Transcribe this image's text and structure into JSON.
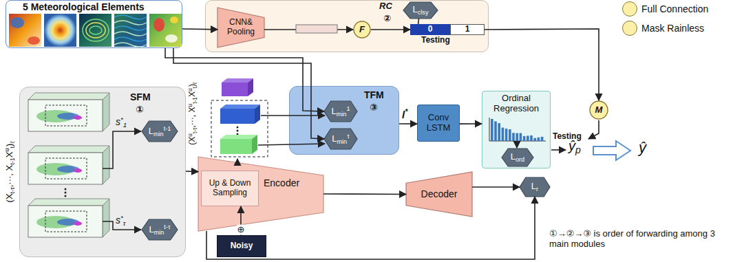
{
  "diagram": {
    "nodes": [
      {
        "text": [
          "5 Meteorological Elements"
        ]
      },
      {
        "text": [
          "RC",
          "②"
        ]
      },
      {
        "text": [
          "CNN& Pooling"
        ],
        "in": 1
      },
      {
        "text": [
          "F"
        ],
        "in": 1
      },
      {
        "text": [
          "Lclsy"
        ],
        "in": 1
      },
      {
        "text": [
          "0"
        ],
        "in": 1
      },
      {
        "text": [
          "1"
        ],
        "in": 1
      },
      {
        "text": [
          "M"
        ]
      },
      {
        "text": [
          "SFM",
          "①"
        ]
      },
      {
        "text": [
          "Lmint-1"
        ],
        "in": 8
      },
      {
        "text": [
          "Lmint-τ"
        ],
        "in": 8
      },
      {
        "text": [
          "TFM",
          "③"
        ]
      },
      {
        "text": [
          "Lmin1"
        ],
        "in": 11
      },
      {
        "text": [
          "Lminτ"
        ],
        "in": 11
      },
      {
        "text": [
          "Conv LSTM"
        ]
      },
      {
        "text": [
          "Ordinal Regression"
        ]
      },
      {
        "text": [
          "Lord"
        ],
        "in": 15
      },
      {
        "text": [
          "Encoder"
        ]
      },
      {
        "text": [
          "Up & Down Sampling"
        ],
        "in": 17
      },
      {
        "text": [
          "Noisy"
        ]
      },
      {
        "text": [
          "Decoder"
        ]
      },
      {
        "text": [
          "Lr"
        ]
      }
    ],
    "edges": [
      {
        "from": 0,
        "to": 2,
        "arrow": "to"
      },
      {
        "from": 0,
        "to": 12,
        "arrow": "to"
      },
      {
        "from": 0,
        "to": 13,
        "arrow": "to"
      },
      {
        "from": 2,
        "to": 3,
        "arrow": "to"
      },
      {
        "from": 3,
        "to": 5,
        "arrow": "to"
      },
      {
        "from": 5,
        "to": 4,
        "arrow": "none"
      },
      {
        "from": 6,
        "to": 7,
        "arrow": "to"
      },
      {
        "from": 8,
        "to": 17,
        "arrow": "to"
      },
      {
        "from": 11,
        "to": 14,
        "arrow": "to"
      },
      {
        "from": 14,
        "to": 15,
        "arrow": "to"
      },
      {
        "from": 17,
        "to": 20,
        "arrow": "to"
      },
      {
        "from": 20,
        "to": 21,
        "arrow": "to"
      },
      {
        "from": 19,
        "to": 18,
        "arrow": "to"
      },
      {
        "from": 17,
        "to": 21,
        "arrow": "to"
      }
    ],
    "labels": [
      "Testing",
      "Testing",
      "s*1",
      "s*τ",
      "l*",
      "(Xt-τ,···, Xt-1Xut)ℓ",
      "(Xut-τ,···, Xut-1Xut)ℓ",
      "⊕",
      "ŷp",
      "ŷ",
      "①→②→③ is order of forwarding among 3 main modules",
      "F",
      "M"
    ],
    "legend": [
      {
        "text": "Full Connection"
      },
      {
        "text": "Mask Rainless"
      }
    ]
  }
}
